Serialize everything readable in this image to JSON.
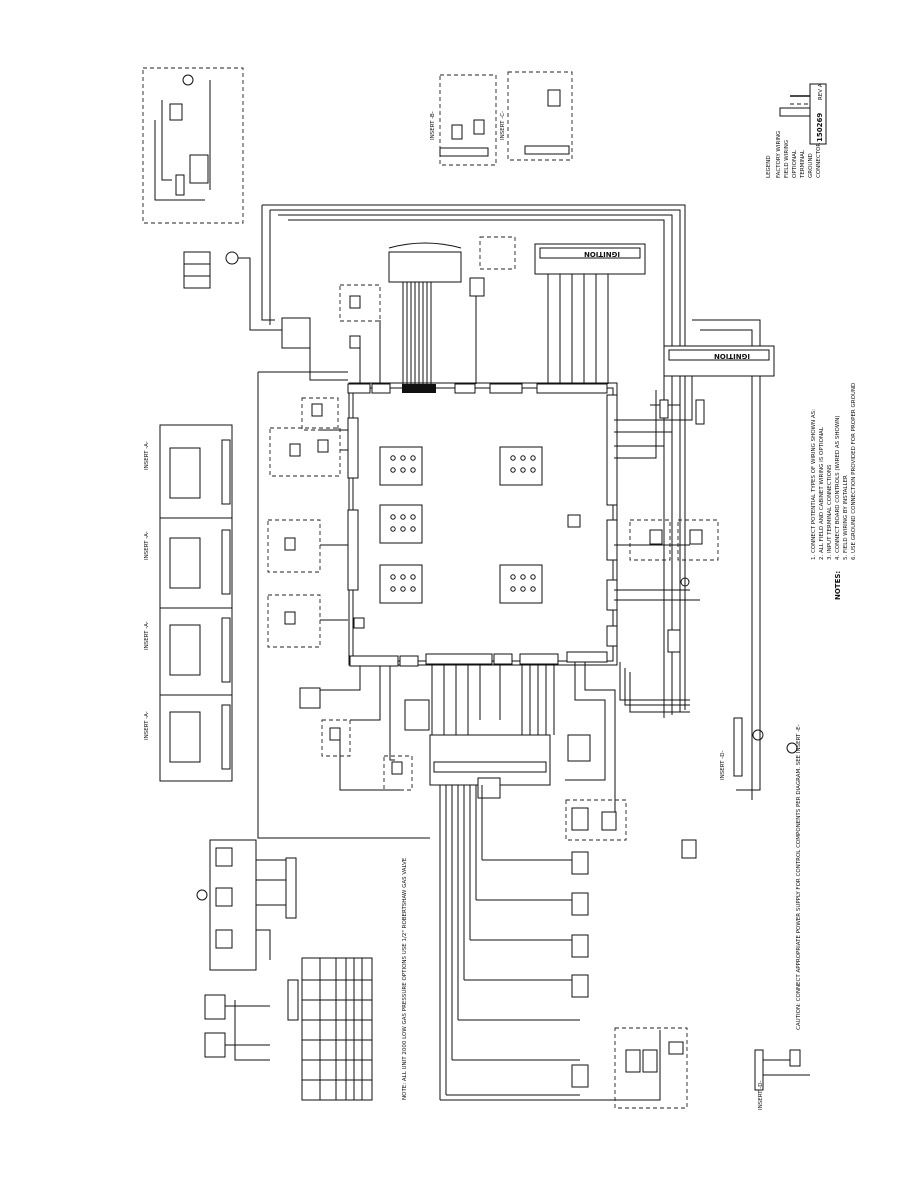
{
  "notes": {
    "header": "NOTES:",
    "items": [
      "1. CONNECT POTENTIAL TYPES OF WIRING SHOWN AS:",
      "2. ALL FIELD AND CABINET WIRING IS OPTIONAL",
      "3. INPUT TERMINAL CONNECTIONS",
      "4. CONNECT BOARD CONTROLS (WIRED AS SHOWN)",
      "5. FIELD WIRING BY INSTALLER",
      "6. USE GROUND CONNECTION PROVIDED FOR PROPER GROUND"
    ]
  },
  "legend": {
    "title": "LEGEND",
    "items": [
      "FACTORY WIRING",
      "FIELD WIRING",
      "OPTIONAL",
      "TERMINAL",
      "GROUND",
      "CONNECTOR"
    ],
    "code": "150269",
    "rev": "REV A"
  },
  "inserts": {
    "a": "INSERT -A-",
    "b": "INSERT -B-",
    "c": "INSERT -C-",
    "d": "INSERT -D-"
  },
  "ignition": {
    "module_1": "IGNITION",
    "module_2": "IGNITION"
  },
  "low_gas_note": "NOTE: ALL UNIT 2000 LOW GAS PRESSURE OPTIONS USE 1/2\" ROBERTSHAW GAS VALVE",
  "caution_note": "CAUTION: CONNECT APPROPRIATE POWER SUPPLY FOR CONTROL COMPONENTS PER DIAGRAM. SEE INSERT -E-"
}
